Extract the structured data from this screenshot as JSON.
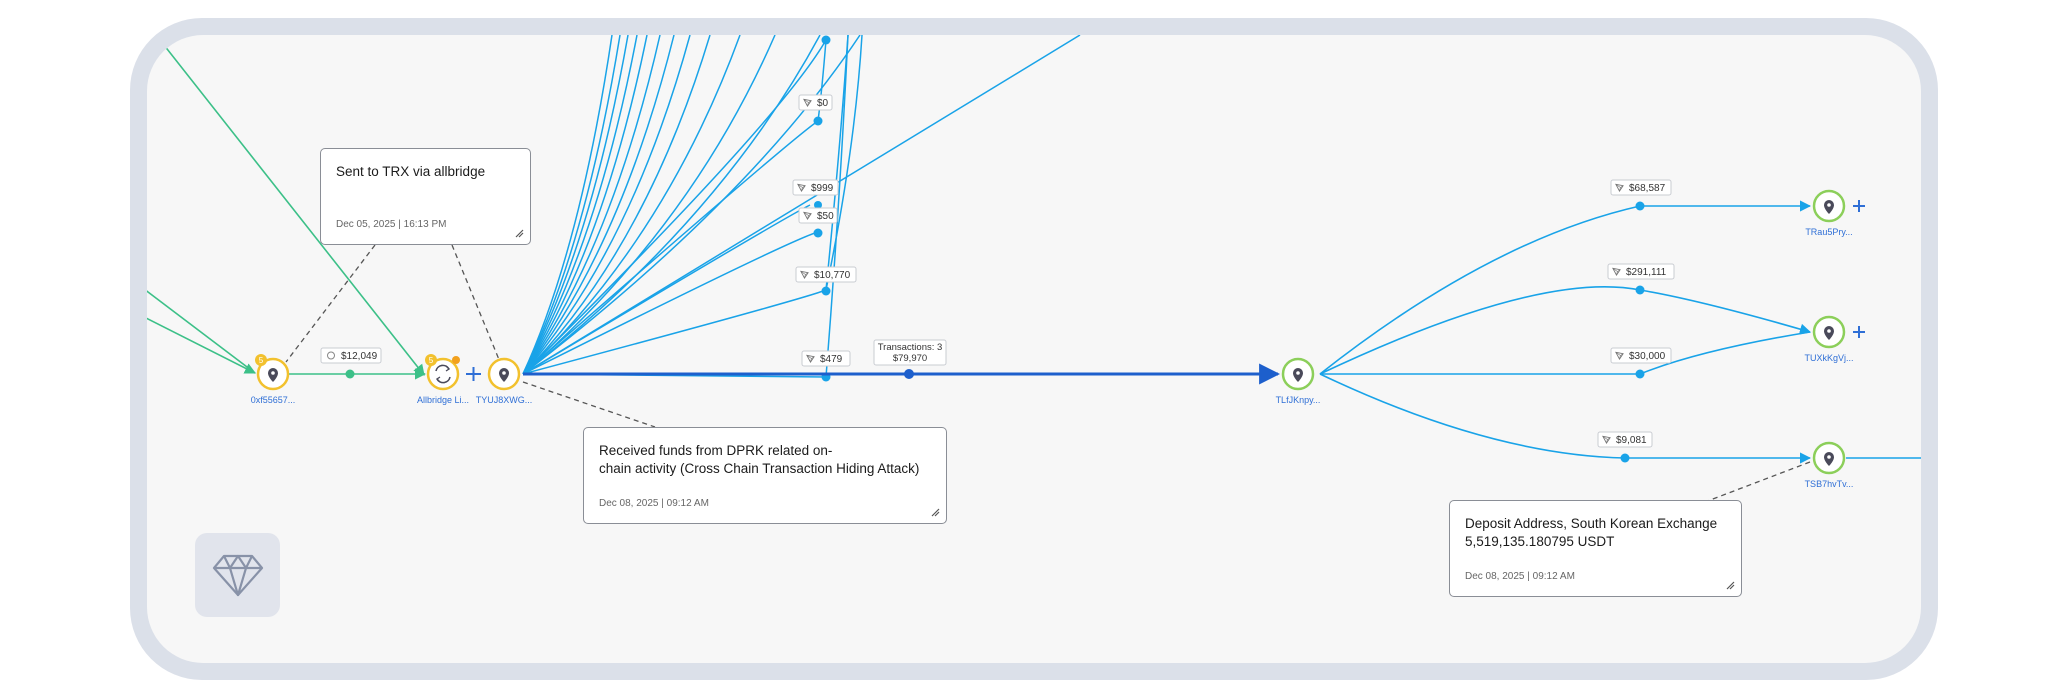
{
  "amounts": {
    "a12049": "$12,049",
    "a0": "$0",
    "a999": "$999",
    "a50": "$50",
    "a10770": "$10,770",
    "a479": "$479",
    "a68587": "$68,587",
    "a291111": "$291,111",
    "a30000": "$30,000",
    "a9081": "$9,081"
  },
  "transactions": {
    "count_label": "Transactions: 3",
    "total": "$79,970"
  },
  "nodes": {
    "n0x": "0xf55657...",
    "allbridge": "Allbridge Li...",
    "tyuj": "TYUJ8XWG...",
    "tlfj": "TLfJKnpy...",
    "trau": "TRau5Pry...",
    "tuxk": "TUXkKgVj...",
    "tsb7": "TSB7hvTv..."
  },
  "badges": {
    "b0x": "5",
    "ballbridge": "5"
  },
  "notes": {
    "trx": {
      "text": "Sent to TRX via allbridge",
      "date": "Dec 05, 2025 | 16:13 PM"
    },
    "dprk": {
      "text": "Received funds from DPRK related on-\nchain activity (Cross Chain Transaction Hiding Attack)",
      "date": "Dec 08, 2025 | 09:12 AM"
    },
    "deposit": {
      "text": "Deposit Address, South Korean Exchange\n5,519,135.180795 USDT",
      "date": "Dec 08, 2025 | 09:12 AM"
    }
  },
  "icons": {
    "node": "location-pin-icon",
    "bridge": "swap-arrows-icon",
    "expand": "plus-icon",
    "token": "tron-token-icon",
    "resize": "resize-handle-icon",
    "gem": "diamond-icon"
  },
  "colors": {
    "green_edge": "#3cc088",
    "blue_edge": "#19a3e8",
    "main_edge": "#1d5fcc",
    "node_ring_yellow": "#f2c12e",
    "node_ring_green": "#8ccf5a",
    "node_fill": "#4a4a5a"
  }
}
